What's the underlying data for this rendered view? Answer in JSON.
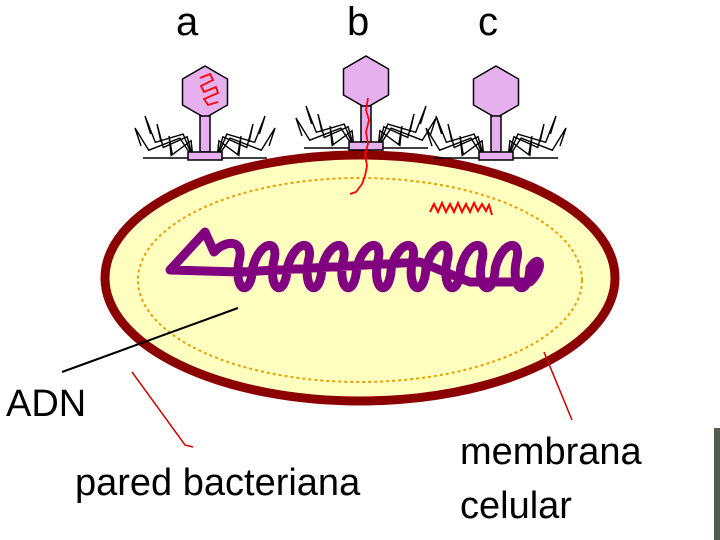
{
  "phages": [
    {
      "letter": "a"
    },
    {
      "letter": "b"
    },
    {
      "letter": "c"
    }
  ],
  "labels": {
    "dna": "ADN",
    "cell_wall": "pared bacteriana",
    "membrane_line1": "membrana",
    "membrane_line2": "celular"
  },
  "colors": {
    "background": "#ffffff",
    "cytoplasm": "#ffffc0",
    "cell_wall": "#8b0000",
    "membrane": "#e8a000",
    "dna": "#800080",
    "phage_head": "#e6b0ee",
    "phage_dna": "#ff0000",
    "leader_line": "#000000",
    "pointer_line": "#cc0000"
  }
}
